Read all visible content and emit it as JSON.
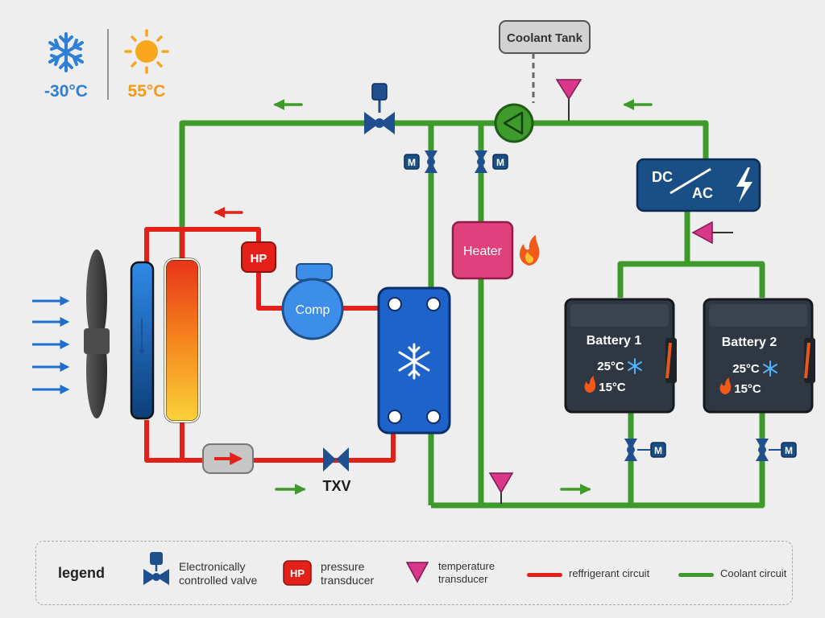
{
  "climate": {
    "cold_temp": "-30°C",
    "hot_temp": "55°C",
    "cold_icon": "snowflake-icon",
    "hot_icon": "sun-icon"
  },
  "components": {
    "coolant_tank": "Coolant Tank",
    "pressure_transducer_tag": "HP",
    "compressor": "Comp",
    "heater": "Heater",
    "txv": "TXV",
    "converter_top": "DC",
    "converter_bottom": "AC",
    "motor_tag": "M"
  },
  "batteries": [
    {
      "name": "Battery 1",
      "cool_temp": "25°C",
      "heat_temp": "15°C"
    },
    {
      "name": "Battery 2",
      "cool_temp": "25°C",
      "heat_temp": "15°C"
    }
  ],
  "legend": {
    "title": "legend",
    "valve": "Electronically controlled valve",
    "pressure_tag": "HP",
    "pressure": "pressure transducer",
    "temperature": "temperature transducer",
    "refrigerant": "reffrigerant circuit",
    "coolant": "Coolant circuit"
  },
  "colors": {
    "refrigerant": "#e32119",
    "coolant": "#3e9a2b",
    "valve": "#1f4f8f",
    "hx": "#1e63c9",
    "heater": "#e0407c",
    "converter": "#1a4f86",
    "sensor": "#d9388a",
    "battery": "#2f3842"
  }
}
